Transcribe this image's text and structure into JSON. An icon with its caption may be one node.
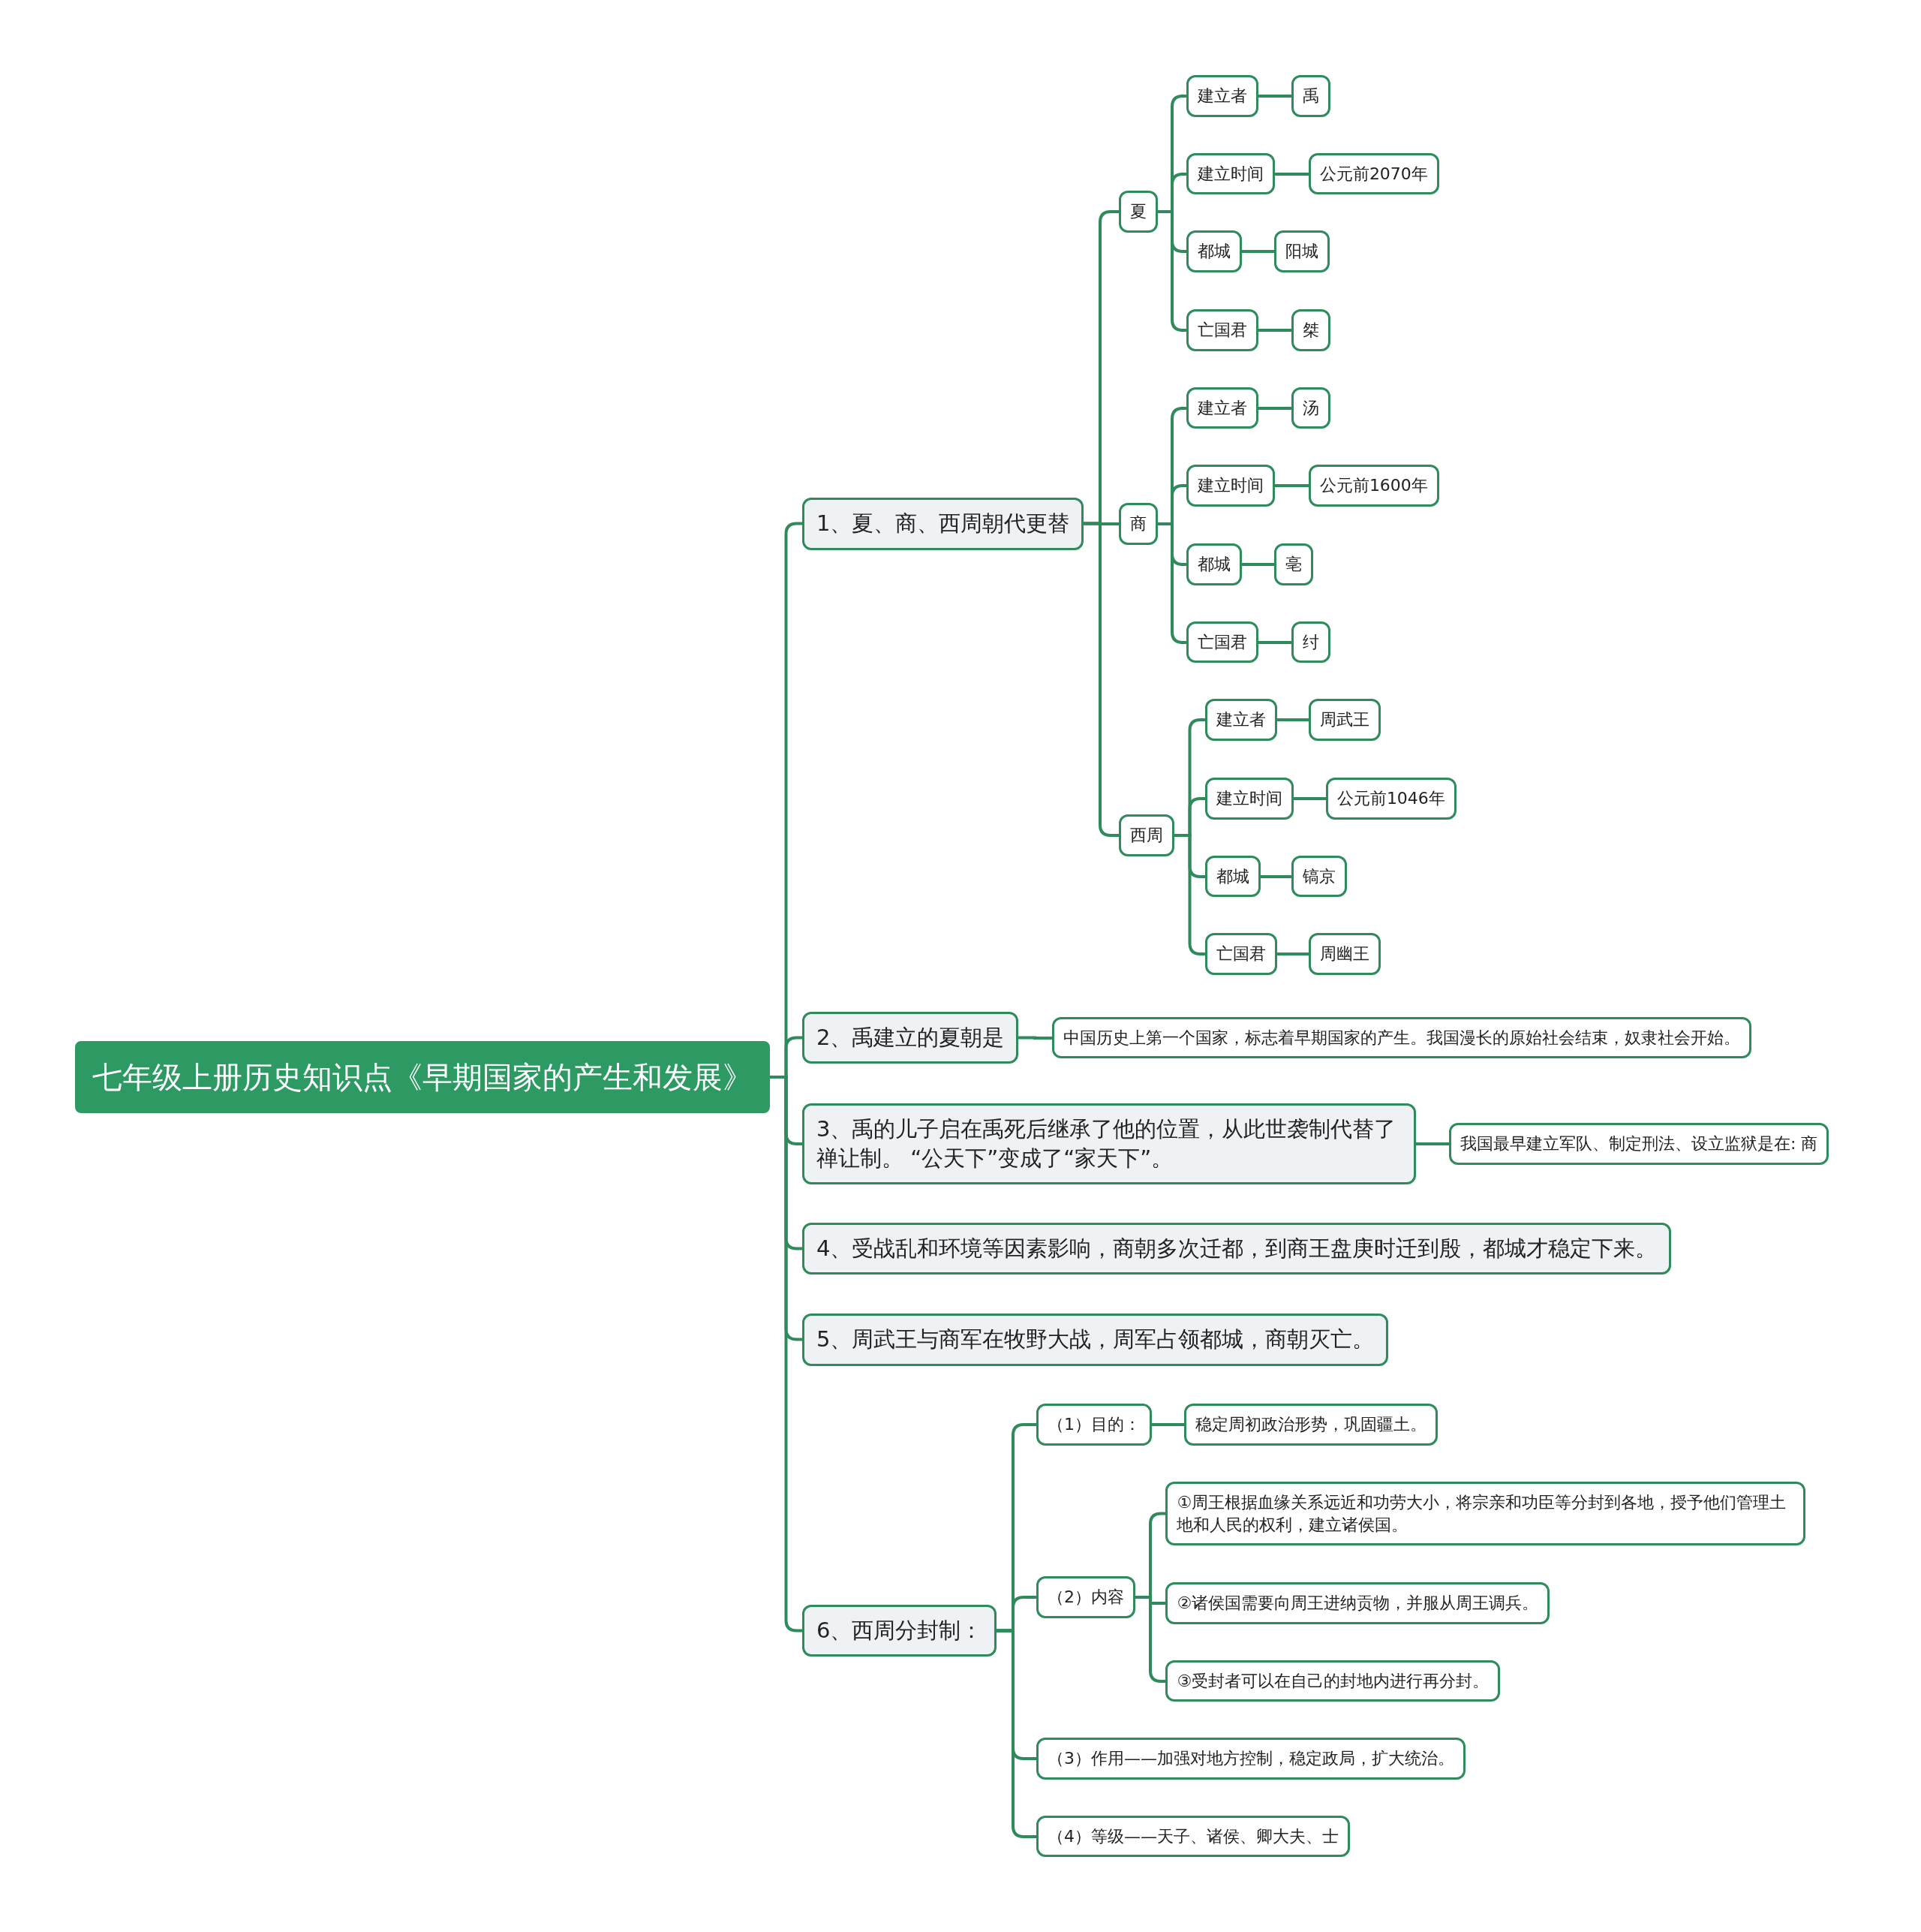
{
  "diagram": {
    "nodes": [
      {
        "text": [
          "七年级上册历史知识点《早期国家的产生和发展》"
        ]
      },
      {
        "text": [
          "1、夏、商、西周朝代更替"
        ]
      },
      {
        "text": [
          "夏"
        ]
      },
      {
        "text": [
          "建立者"
        ]
      },
      {
        "text": [
          "禹"
        ]
      },
      {
        "text": [
          "建立时间"
        ]
      },
      {
        "text": [
          "公元前2070年"
        ]
      },
      {
        "text": [
          "都城"
        ]
      },
      {
        "text": [
          "阳城"
        ]
      },
      {
        "text": [
          "亡国君"
        ]
      },
      {
        "text": [
          "桀"
        ]
      },
      {
        "text": [
          "商"
        ]
      },
      {
        "text": [
          "建立者"
        ]
      },
      {
        "text": [
          "汤"
        ]
      },
      {
        "text": [
          "建立时间"
        ]
      },
      {
        "text": [
          "公元前1600年"
        ]
      },
      {
        "text": [
          "都城"
        ]
      },
      {
        "text": [
          "亳"
        ]
      },
      {
        "text": [
          "亡国君"
        ]
      },
      {
        "text": [
          "纣"
        ]
      },
      {
        "text": [
          "西周"
        ]
      },
      {
        "text": [
          "建立者"
        ]
      },
      {
        "text": [
          "周武王"
        ]
      },
      {
        "text": [
          "建立时间"
        ]
      },
      {
        "text": [
          "公元前1046年"
        ]
      },
      {
        "text": [
          "都城"
        ]
      },
      {
        "text": [
          "镐京"
        ]
      },
      {
        "text": [
          "亡国君"
        ]
      },
      {
        "text": [
          "周幽王"
        ]
      },
      {
        "text": [
          "2、禹建立的夏朝是"
        ]
      },
      {
        "text": [
          "中国历史上第一个国家，标志着早期国家的产生。我国漫长的原始社会结束，奴隶社会开始。"
        ]
      },
      {
        "text": [
          "3、禹的儿子启在禹死后继承了他的位置，从此世袭制代替了禅让制。 “公天下”变成了“家天下”。"
        ]
      },
      {
        "text": [
          "我国最早建立军队、制定刑法、设立监狱是在: 商"
        ]
      },
      {
        "text": [
          "4、受战乱和环境等因素影响，商朝多次迁都，到商王盘庚时迁到殷，都城才稳定下来。"
        ]
      },
      {
        "text": [
          "5、周武王与商军在牧野大战，周军占领都城，商朝灭亡。"
        ]
      },
      {
        "text": [
          "6、西周分封制："
        ]
      },
      {
        "text": [
          "（1）目的："
        ]
      },
      {
        "text": [
          "稳定周初政治形势，巩固疆土。"
        ]
      },
      {
        "text": [
          "（2）内容"
        ]
      },
      {
        "text": [
          "①周王根据血缘关系远近和功劳大小，将宗亲和功臣等分封到各地，授予他们管理土地和人民的权利，建立诸侯国。"
        ]
      },
      {
        "text": [
          "②诸侯国需要向周王进纳贡物，并服从周王调兵。"
        ]
      },
      {
        "text": [
          "③受封者可以在自己的封地内进行再分封。"
        ]
      },
      {
        "text": [
          "（3）作用——加强对地方控制，稳定政局，扩大统治。"
        ]
      },
      {
        "text": [
          "（4）等级——天子、诸侯、卿大夫、士"
        ]
      }
    ],
    "edges": [
      {
        "from": 0,
        "to": 1,
        "arrow": "none"
      },
      {
        "from": 1,
        "to": 2,
        "arrow": "none"
      },
      {
        "from": 2,
        "to": 3,
        "arrow": "none"
      },
      {
        "from": 3,
        "to": 4,
        "arrow": "none"
      },
      {
        "from": 2,
        "to": 5,
        "arrow": "none"
      },
      {
        "from": 5,
        "to": 6,
        "arrow": "none"
      },
      {
        "from": 2,
        "to": 7,
        "arrow": "none"
      },
      {
        "from": 7,
        "to": 8,
        "arrow": "none"
      },
      {
        "from": 2,
        "to": 9,
        "arrow": "none"
      },
      {
        "from": 9,
        "to": 10,
        "arrow": "none"
      },
      {
        "from": 1,
        "to": 11,
        "arrow": "none"
      },
      {
        "from": 11,
        "to": 12,
        "arrow": "none"
      },
      {
        "from": 12,
        "to": 13,
        "arrow": "none"
      },
      {
        "from": 11,
        "to": 14,
        "arrow": "none"
      },
      {
        "from": 14,
        "to": 15,
        "arrow": "none"
      },
      {
        "from": 11,
        "to": 16,
        "arrow": "none"
      },
      {
        "from": 16,
        "to": 17,
        "arrow": "none"
      },
      {
        "from": 11,
        "to": 18,
        "arrow": "none"
      },
      {
        "from": 18,
        "to": 19,
        "arrow": "none"
      },
      {
        "from": 1,
        "to": 20,
        "arrow": "none"
      },
      {
        "from": 20,
        "to": 21,
        "arrow": "none"
      },
      {
        "from": 21,
        "to": 22,
        "arrow": "none"
      },
      {
        "from": 20,
        "to": 23,
        "arrow": "none"
      },
      {
        "from": 23,
        "to": 24,
        "arrow": "none"
      },
      {
        "from": 20,
        "to": 25,
        "arrow": "none"
      },
      {
        "from": 25,
        "to": 26,
        "arrow": "none"
      },
      {
        "from": 20,
        "to": 27,
        "arrow": "none"
      },
      {
        "from": 27,
        "to": 28,
        "arrow": "none"
      },
      {
        "from": 0,
        "to": 29,
        "arrow": "none"
      },
      {
        "from": 29,
        "to": 30,
        "arrow": "none"
      },
      {
        "from": 0,
        "to": 31,
        "arrow": "none"
      },
      {
        "from": 31,
        "to": 32,
        "arrow": "none"
      },
      {
        "from": 0,
        "to": 33,
        "arrow": "none"
      },
      {
        "from": 0,
        "to": 34,
        "arrow": "none"
      },
      {
        "from": 0,
        "to": 35,
        "arrow": "none"
      },
      {
        "from": 35,
        "to": 36,
        "arrow": "none"
      },
      {
        "from": 36,
        "to": 37,
        "arrow": "none"
      },
      {
        "from": 35,
        "to": 38,
        "arrow": "none"
      },
      {
        "from": 38,
        "to": 39,
        "arrow": "none"
      },
      {
        "from": 38,
        "to": 40,
        "arrow": "none"
      },
      {
        "from": 38,
        "to": 41,
        "arrow": "none"
      },
      {
        "from": 35,
        "to": 42,
        "arrow": "none"
      },
      {
        "from": 35,
        "to": 43,
        "arrow": "none"
      }
    ]
  }
}
